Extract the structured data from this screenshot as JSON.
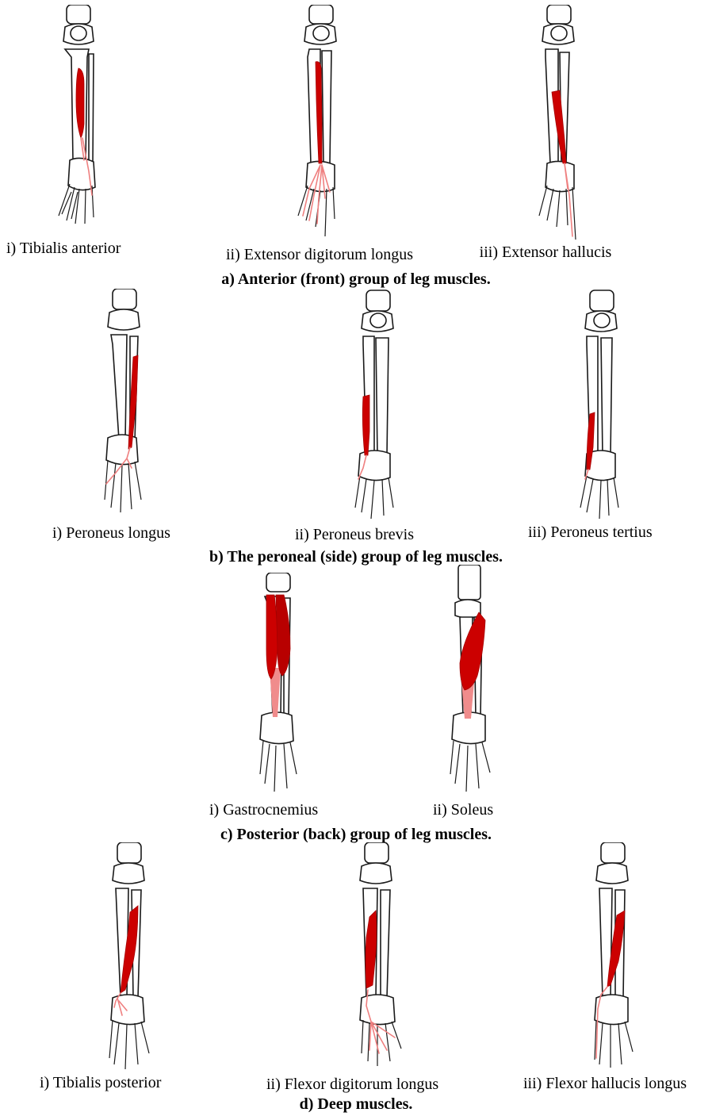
{
  "colors": {
    "muscle": "#cc0000",
    "tendon": "#ef8080",
    "bone_outline": "#1a1a1a",
    "background": "#ffffff"
  },
  "sections": {
    "a": {
      "caption": "a) Anterior (front) group of leg muscles.",
      "items": [
        {
          "label": "i) Tibialis anterior"
        },
        {
          "label": "ii) Extensor digitorum longus"
        },
        {
          "label": "iii) Extensor hallucis"
        }
      ]
    },
    "b": {
      "caption": "b) The peroneal (side) group of leg muscles.",
      "items": [
        {
          "label": "i) Peroneus longus"
        },
        {
          "label": "ii) Peroneus brevis"
        },
        {
          "label": "iii) Peroneus tertius"
        }
      ]
    },
    "c": {
      "caption": "c) Posterior (back) group of leg muscles.",
      "items": [
        {
          "label": "i) Gastrocnemius"
        },
        {
          "label": "ii) Soleus"
        }
      ]
    },
    "d": {
      "caption": "d) Deep muscles.",
      "items": [
        {
          "label": "i) Tibialis posterior"
        },
        {
          "label": "ii) Flexor digitorum longus"
        },
        {
          "label": "iii) Flexor hallucis longus"
        }
      ]
    }
  }
}
